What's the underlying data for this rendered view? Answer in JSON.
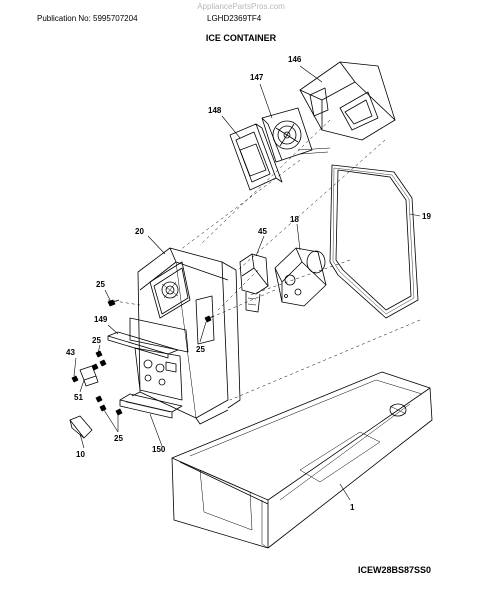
{
  "header": {
    "watermark": "AppliancePartsPros.com",
    "publication": "Publication No: 5995707204",
    "model": "LGHD2369TF4",
    "title": "ICE CONTAINER"
  },
  "footer": {
    "diagram_code": "ICEW28BS87SS0"
  },
  "parts": [
    {
      "id": "p146",
      "label": "146"
    },
    {
      "id": "p147",
      "label": "147"
    },
    {
      "id": "p148",
      "label": "148"
    },
    {
      "id": "p19",
      "label": "19"
    },
    {
      "id": "p18",
      "label": "18"
    },
    {
      "id": "p20",
      "label": "20"
    },
    {
      "id": "p45",
      "label": "45"
    },
    {
      "id": "p25a",
      "label": "25"
    },
    {
      "id": "p149",
      "label": "149"
    },
    {
      "id": "p25b",
      "label": "25"
    },
    {
      "id": "p25c",
      "label": "25"
    },
    {
      "id": "p43",
      "label": "43"
    },
    {
      "id": "p51",
      "label": "51"
    },
    {
      "id": "p25d",
      "label": "25"
    },
    {
      "id": "p150",
      "label": "150"
    },
    {
      "id": "p10",
      "label": "10"
    },
    {
      "id": "p1",
      "label": "1"
    }
  ]
}
